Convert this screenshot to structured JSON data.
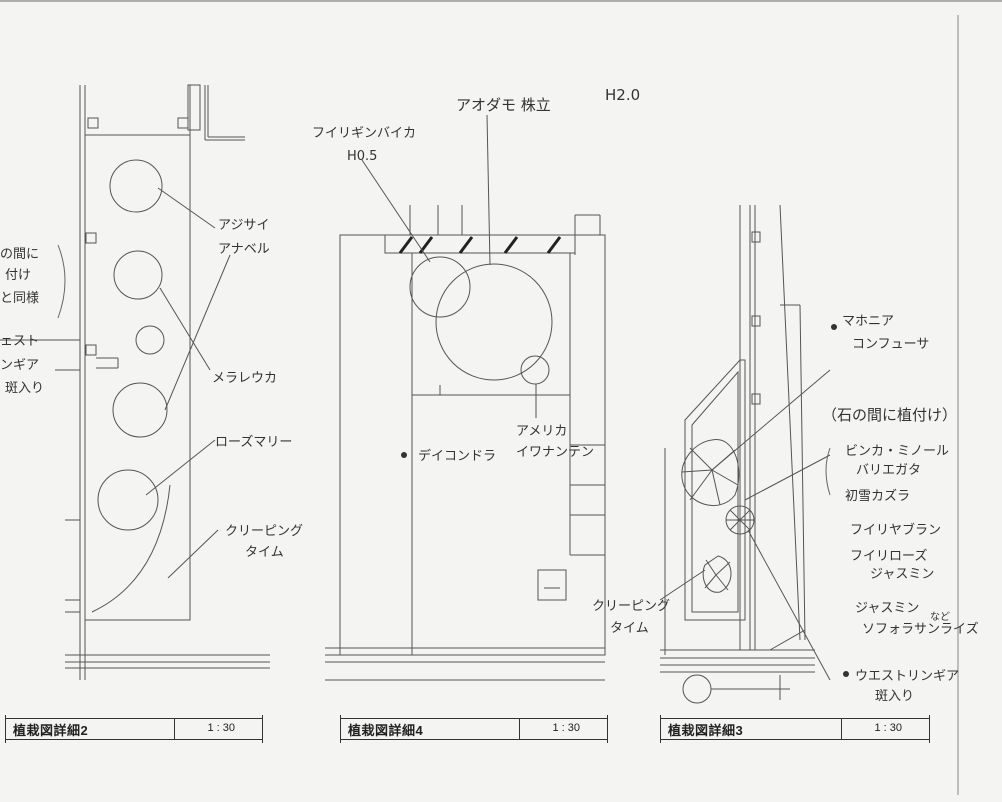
{
  "drawings": [
    {
      "id": "detail2",
      "title": "植栽図詳細2",
      "scale": "1 : 30"
    },
    {
      "id": "detail4",
      "title": "植栽図詳細4",
      "scale": "1 : 30"
    },
    {
      "id": "detail3",
      "title": "植栽図詳細3",
      "scale": "1 : 30"
    }
  ],
  "notes": {
    "left_cut1": "の間に",
    "left_cut2": "付け",
    "left_cut3": "と同様",
    "left_cut4": "ェスト",
    "left_cut5": "ンギア",
    "left_cut6": "斑入り",
    "ajisai1": "アジサイ",
    "ajisai2": "アナベル",
    "meramirika": "メラレウカ",
    "rosemary": "ローズマリー",
    "creeping1": "クリーピング",
    "creeping2": "タイム",
    "aodamo": "アオダモ 株立",
    "aodamo_h": "H2.0",
    "phillyrea1": "フイリギンバイカ",
    "phillyrea2": "H0.5",
    "deicondra": "デイコンドラ",
    "america1": "アメリカ",
    "america2": "イワナンテン",
    "creeping3": "クリーピング",
    "creeping4": "タイム",
    "mahonia1": "マホニア",
    "mahonia2": "コンフューサ",
    "ishi": "（石の間に植付け）",
    "vinca1": "ビンカ・ミノール",
    "vinca2": "バリエガタ",
    "hatsuyuki": "初雪カズラ",
    "fuiri": "フイリヤブラン",
    "tricolor1": "フイリローズ",
    "tricolor2": "ジャスミン",
    "jasmine1": "ジャスミン",
    "jasmine2": "ソフォラサンライズ",
    "nado": "など",
    "west1": "ウエストリンギア",
    "west2": "斑入り"
  }
}
